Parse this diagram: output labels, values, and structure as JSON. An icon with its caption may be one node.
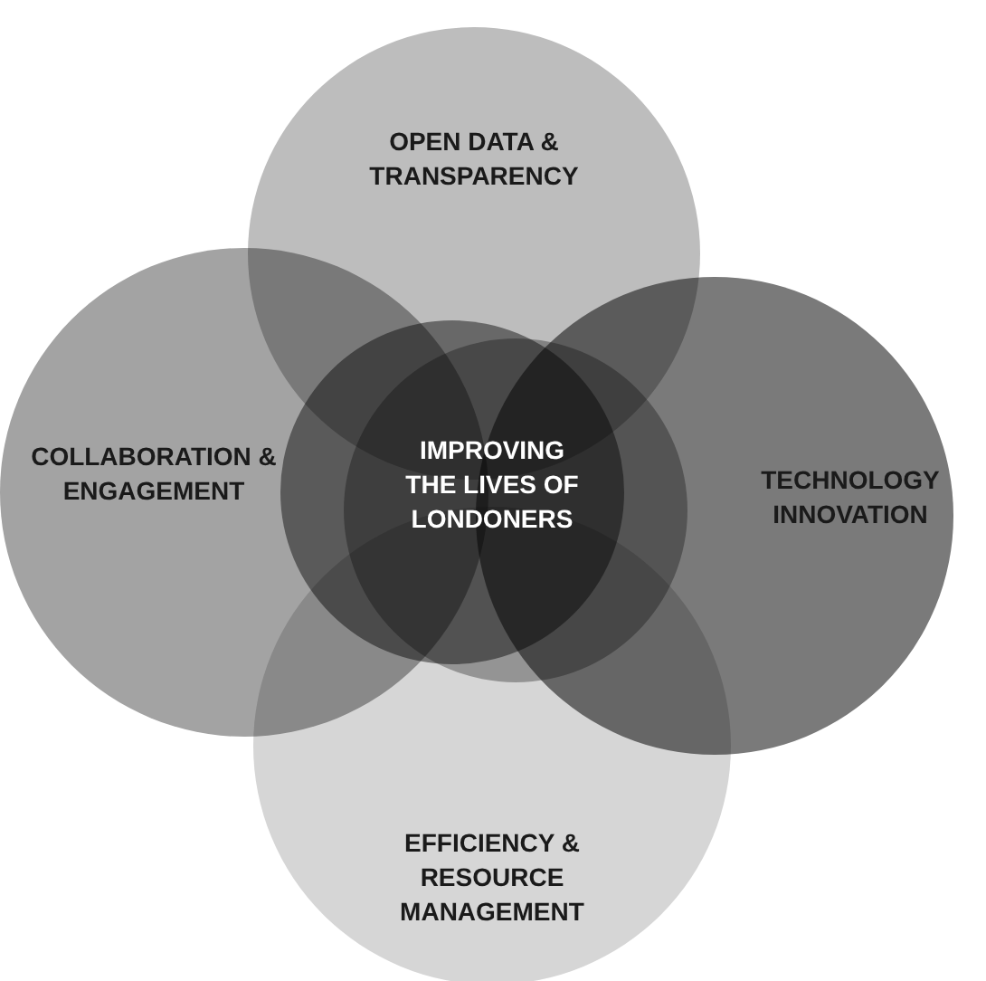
{
  "diagram": {
    "nodes": [
      {
        "text": [
          "OPEN DATA & TRANSPARENCY"
        ]
      },
      {
        "text": [
          "COLLABORATION & ENGAGEMENT"
        ]
      },
      {
        "text": [
          "TECHNOLOGY INNOVATION"
        ]
      },
      {
        "text": [
          "EFFICIENCY & RESOURCE MANAGEMENT"
        ]
      },
      {
        "text": [],
        "shape": "circle"
      },
      {
        "text": [],
        "shape": "circle"
      }
    ],
    "edges": [],
    "labels": [
      "IMPROVING THE LIVES OF LONDONERS"
    ]
  }
}
